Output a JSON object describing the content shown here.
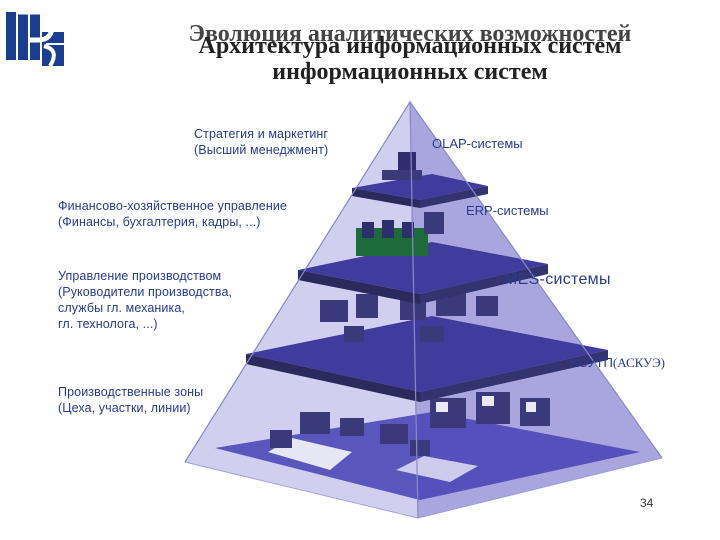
{
  "slide": {
    "title_back": "Эволюция аналитических возможностей",
    "title_front": "Архитектура информационных систем",
    "title_line2": "информационных систем",
    "page_number": "34"
  },
  "levels": [
    {
      "name": "strategy",
      "label_lines": [
        "Стратегия и маркетинг",
        "(Высший менеджмент)"
      ],
      "system": "OLAP-системы"
    },
    {
      "name": "finance",
      "label_lines": [
        "Финансово-хозяйственное управление",
        "(Финансы, бухгалтерия, кадры, ...)"
      ],
      "system": "ERP-системы"
    },
    {
      "name": "production",
      "label_lines": [
        "Управление производством",
        "(Руководители производства,",
        "службы гл. механика,",
        "гл. технолога, ...)"
      ],
      "system": "MES-системы"
    },
    {
      "name": "zones",
      "label_lines": [
        "Производственные зоны",
        "(Цеха, участки, линии)"
      ],
      "system": "АСУТП",
      "system_suffix": "(АСКУЭ)"
    }
  ],
  "colors": {
    "label_text": "#2a3a8f",
    "floor_dark": "#2e2e6e",
    "pyramid_fill": "#b9b7e6",
    "zone_floor": "#4b48b8"
  }
}
